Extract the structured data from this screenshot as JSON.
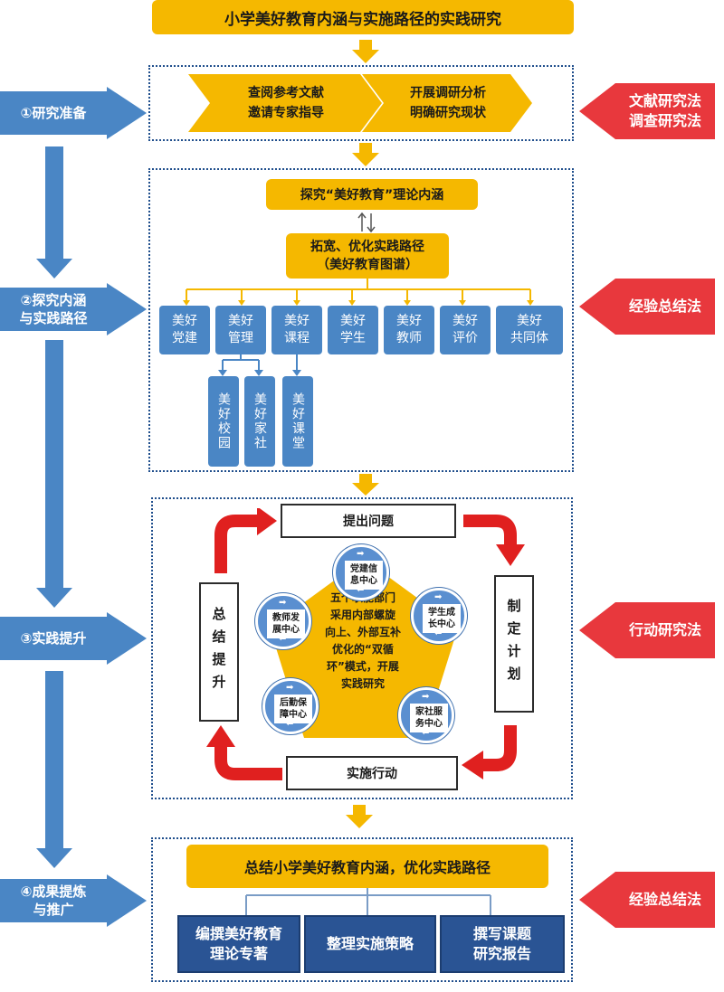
{
  "title": "小学美好教育内涵与实施路径的实践研究",
  "stages": [
    {
      "label_line1": "①研究准备",
      "label_line2": ""
    },
    {
      "label_line1": "②探究内涵",
      "label_line2": "与实践路径"
    },
    {
      "label_line1": "③实践提升",
      "label_line2": ""
    },
    {
      "label_line1": "④成果提炼",
      "label_line2": "与推广"
    }
  ],
  "methods": [
    {
      "line1": "文献研究法",
      "line2": "调查研究法"
    },
    {
      "line1": "经验总结法",
      "line2": ""
    },
    {
      "line1": "行动研究法",
      "line2": ""
    },
    {
      "line1": "经验总结法",
      "line2": ""
    }
  ],
  "stage1": {
    "chevron1": {
      "line1": "查阅参考文献",
      "line2": "邀请专家指导"
    },
    "chevron2": {
      "line1": "开展调研分析",
      "line2": "明确研究现状"
    }
  },
  "stage2": {
    "explore": "探究“美好教育”理论内涵",
    "expand_line1": "拓宽、优化实践路径",
    "expand_line2": "（美好教育图谱）",
    "items": [
      {
        "line1": "美好",
        "line2": "党建"
      },
      {
        "line1": "美好",
        "line2": "管理"
      },
      {
        "line1": "美好",
        "line2": "课程"
      },
      {
        "line1": "美好",
        "line2": "学生"
      },
      {
        "line1": "美好",
        "line2": "教师"
      },
      {
        "line1": "美好",
        "line2": "评价"
      },
      {
        "line1": "美好",
        "line2": "共同体"
      }
    ],
    "sub_items": [
      "美好校园",
      "美好家社",
      "美好课堂"
    ]
  },
  "stage3": {
    "top": "提出问题",
    "right": "制定计划",
    "bottom": "实施行动",
    "left": "总结提升",
    "center_lines": [
      "五个职能部门",
      "采用内部螺旋",
      "向上、外部互补",
      "优化的“双循",
      "环”模式，开展",
      "实践研究"
    ],
    "departments": [
      {
        "line1": "党建信",
        "line2": "息中心"
      },
      {
        "line1": "学生成",
        "line2": "长中心"
      },
      {
        "line1": "家社服",
        "line2": "务中心"
      },
      {
        "line1": "后勤保",
        "line2": "障中心"
      },
      {
        "line1": "教师发",
        "line2": "展中心"
      }
    ]
  },
  "stage4": {
    "summary": "总结小学美好教育内涵，优化实践路径",
    "outputs": [
      {
        "line1": "编撰美好教育",
        "line2": "理论专著"
      },
      {
        "line1": "整理实施策略",
        "line2": ""
      },
      {
        "line1": "撰写课题",
        "line2": "研究报告"
      }
    ]
  },
  "colors": {
    "orange": "#f5b800",
    "blue": "#4a86c5",
    "red": "#e8383d",
    "navy": "#2a5494",
    "cycle_arrow": "#e0201f"
  }
}
